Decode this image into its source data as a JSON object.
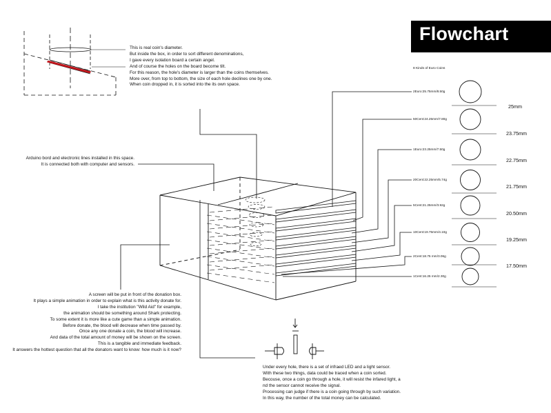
{
  "title": "Flowchart",
  "coin_section": {
    "header": "8 Kinds of Euro Coins",
    "coins": [
      {
        "label": "2Euro:25.75mm/8.50g"
      },
      {
        "label": "50Cent:24.25mm/7.80g"
      },
      {
        "label": "1Euro:23.25mm/7.50g"
      },
      {
        "label": "20Cent:22.25mm/5.74g"
      },
      {
        "label": "5Cent:21.25mm/3.92g"
      },
      {
        "label": "10Cent:19.75mm/4.10g"
      },
      {
        "label": "2Cent:18.75 mm/3.06g"
      },
      {
        "label": "1Cent:16.25 mm/2.30g"
      }
    ],
    "dimensions": [
      "25mm",
      "23.75mm",
      "22.75mm",
      "21.75mm",
      "20.50mm",
      "19.25mm",
      "17.50mm"
    ]
  },
  "notes": {
    "coin_diameter": [
      "This is real coin's diameter.",
      "But inside the box, in order to sort different denominations,",
      "I gave every isolation board a certain angel.",
      "And of course the holes on the board become tilt.",
      "For this reason, the hole's diameter is larger than the coins themselves.",
      "More over, from top to bottom, the size of each hole declines one by one.",
      "When coin dropped in, it is sorted into the its own space."
    ],
    "arduino": [
      "Arduino bord and electronic lines installed in this space.",
      "It is connected both with computer and sensors."
    ],
    "screen": [
      "A screen will be put in front of the donation box.",
      "It plays a simple animation in order to explain what is this activity donate for.",
      "I take the institution \"Wild Aid\" for example,",
      "the animation should be something around Shark protecting.",
      "To some extent it is more like a cute game than a simple animation.",
      "Before donate, the blood will decrease when time passed by.",
      "Once any one donate a coin, the blood will increase.",
      "And data of the total amount of money will be shown on the screen.",
      "This is a tangible and immediate feedback.",
      "It answers the hottest question that all the donators want to know: how much is it now?"
    ],
    "sensor": [
      "Under every hole, there is a set of infraed LED and a light sensor.",
      "With these two things, data could be traced when a coin sorted.",
      "Becouse, once a coin go through a hole, it will resist the infared light, a",
      "nd the sensor cannot receive the signal.",
      "Processing can judge if there is a coin going through by such variation.",
      "In this way, the number of the total money  can be calculated."
    ]
  }
}
